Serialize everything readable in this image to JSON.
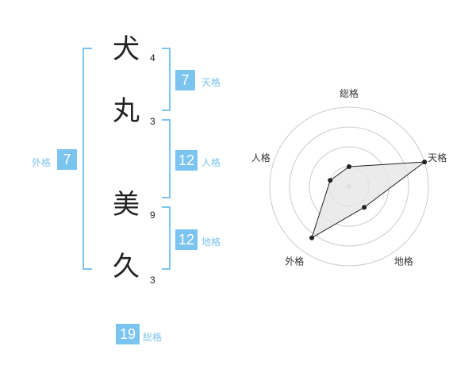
{
  "name": {
    "chars": [
      {
        "char": "犬",
        "strokes": "4"
      },
      {
        "char": "丸",
        "strokes": "3"
      },
      {
        "char": "美",
        "strokes": "9"
      },
      {
        "char": "久",
        "strokes": "3"
      }
    ]
  },
  "kakusu": {
    "tenkaku": {
      "value": "7",
      "label": "天格"
    },
    "jinkaku": {
      "value": "12",
      "label": "人格"
    },
    "chikaku": {
      "value": "12",
      "label": "地格"
    },
    "gaikaku": {
      "value": "7",
      "label": "外格"
    },
    "soukaku": {
      "value": "19",
      "label": "総格"
    }
  },
  "colors": {
    "accent": "#7cc4f0",
    "text": "#222222",
    "radar_fill": "#e6e6e6",
    "radar_line": "#222222",
    "grid": "#cccccc"
  },
  "chart_data": {
    "type": "radar",
    "axes": [
      "総格",
      "天格",
      "地格",
      "外格",
      "人格"
    ],
    "rmax": 4,
    "rings": 4,
    "values": [
      1,
      4,
      1.3,
      3.2,
      1
    ]
  }
}
